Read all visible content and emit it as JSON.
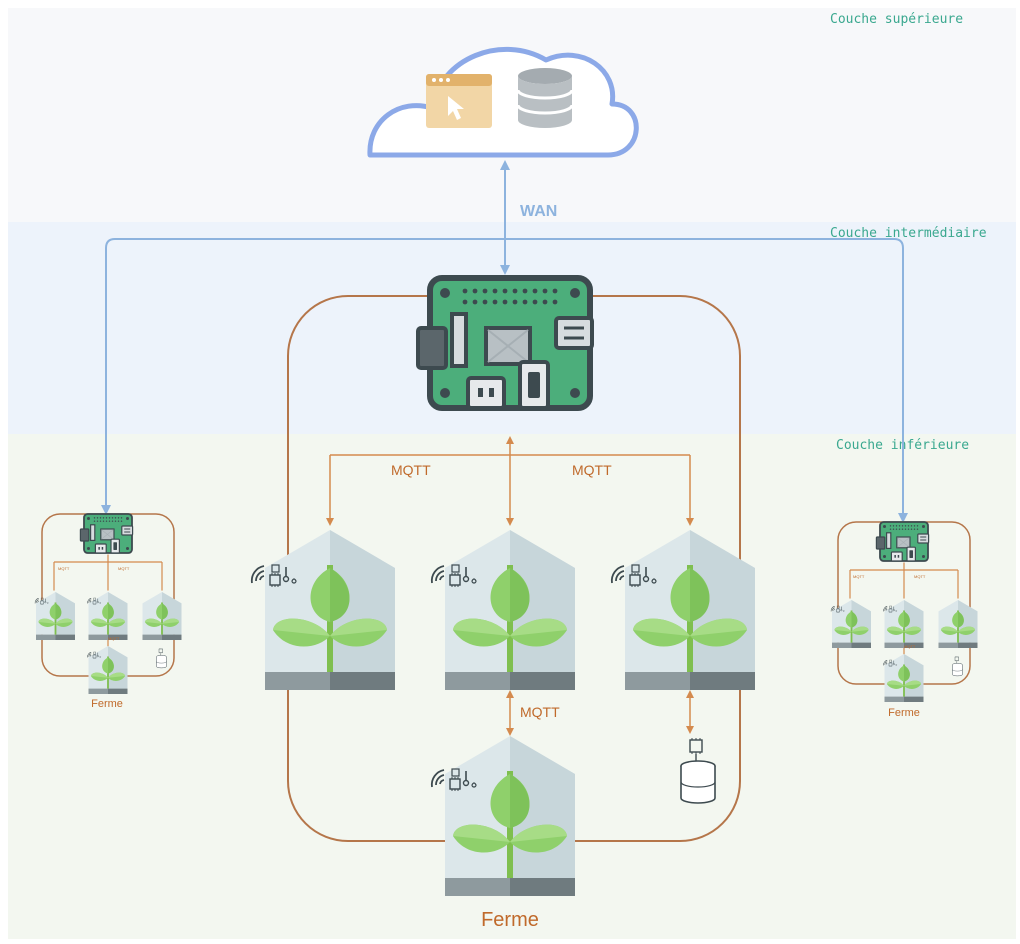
{
  "layers": {
    "top": "Couche supérieure",
    "middle": "Couche intermédiaire",
    "bottom": "Couche inférieure"
  },
  "links": {
    "wan": "WAN",
    "mqtt": "MQTT"
  },
  "farm_label": "Ferme",
  "colors": {
    "cloud_outline": "#8ca9e8",
    "wan_link": "#8db3de",
    "mqtt_link": "#d48a4e",
    "farm_frame": "#b5764a",
    "board": "#4cae7b",
    "plant": "#8fd06b",
    "layer_text": "#3aa88f"
  },
  "icons": [
    "web-app-icon",
    "database-icon",
    "raspberry-pi-board-icon",
    "greenhouse-icon",
    "wireless-signal-icon",
    "water-tank-icon"
  ]
}
